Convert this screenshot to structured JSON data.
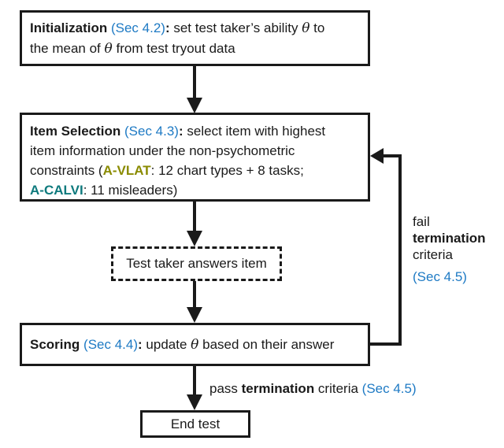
{
  "colors": {
    "line_black": "#1a1a1a",
    "section_link_blue": "#1e7ac4",
    "avlat_olive": "#8a8b00",
    "acalvi_teal": "#0e7a7d",
    "background": "#ffffff"
  },
  "boxes": {
    "initialization": {
      "title": "Initialization",
      "sec_ref": "(Sec 4.2)",
      "colon": ":",
      "line1_a": " set test taker’s ability ",
      "theta1": "θ",
      "line1_b": " to",
      "line2_a": "the mean of ",
      "theta2": "θ",
      "line2_b": " from test tryout data"
    },
    "item_selection": {
      "title": "Item Selection",
      "sec_ref": "(Sec 4.3)",
      "colon": ":",
      "line1": " select item with highest",
      "line2": "item information under the non-psychometric",
      "line3_a": "constraints (",
      "avlat": "A-VLAT",
      "line3_b": ": 12 chart types + 8 tasks;",
      "acalvi": "A-CALVI",
      "line4_b": ": 11 misleaders)"
    },
    "answer_item": {
      "label": "Test taker answers item"
    },
    "scoring": {
      "title": "Scoring",
      "sec_ref": "(Sec 4.4)",
      "colon": ":",
      "line_a": " update ",
      "theta": "θ",
      "line_b": " based on their answer"
    },
    "end_test": {
      "label": "End test"
    }
  },
  "labels": {
    "fail": {
      "word1": "fail",
      "word2": "termination",
      "word3": "criteria",
      "sec_ref": "(Sec 4.5)"
    },
    "pass": {
      "word1": "pass ",
      "word2": "termination",
      "word3": " criteria ",
      "sec_ref": "(Sec 4.5)"
    }
  }
}
